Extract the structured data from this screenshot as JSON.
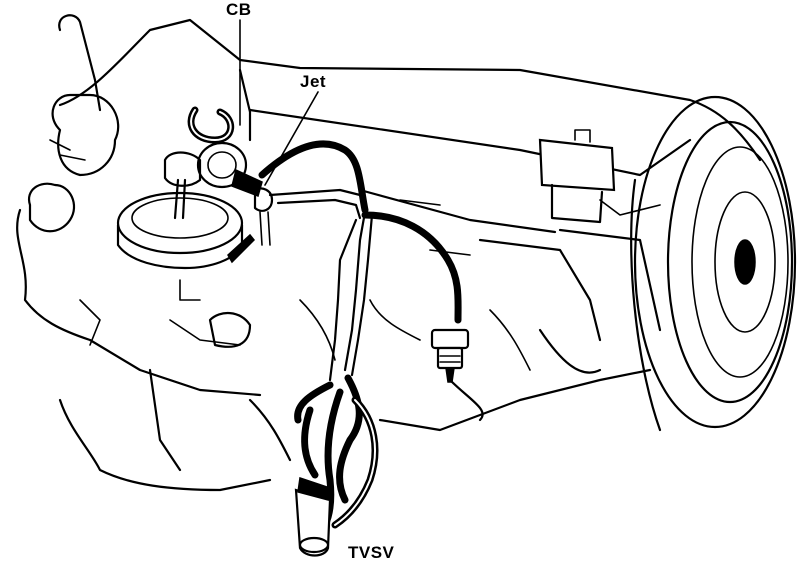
{
  "labels": {
    "cb": "CB",
    "jet": "Jet",
    "tvsv": "TVSV"
  }
}
